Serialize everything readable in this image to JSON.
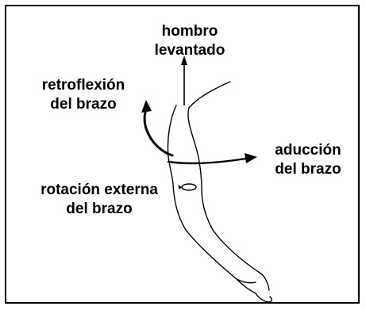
{
  "labels": {
    "shoulder": {
      "line1": "hombro",
      "line2": "levantado"
    },
    "retroflexion": {
      "line1": "retroflexión",
      "line2": "del brazo"
    },
    "adduction": {
      "line1": "aducción",
      "line2": "del brazo"
    },
    "external_rotation": {
      "line1": "rotación externa",
      "line2": "del brazo"
    }
  },
  "colors": {
    "ink": "#000000",
    "background": "#ffffff"
  }
}
